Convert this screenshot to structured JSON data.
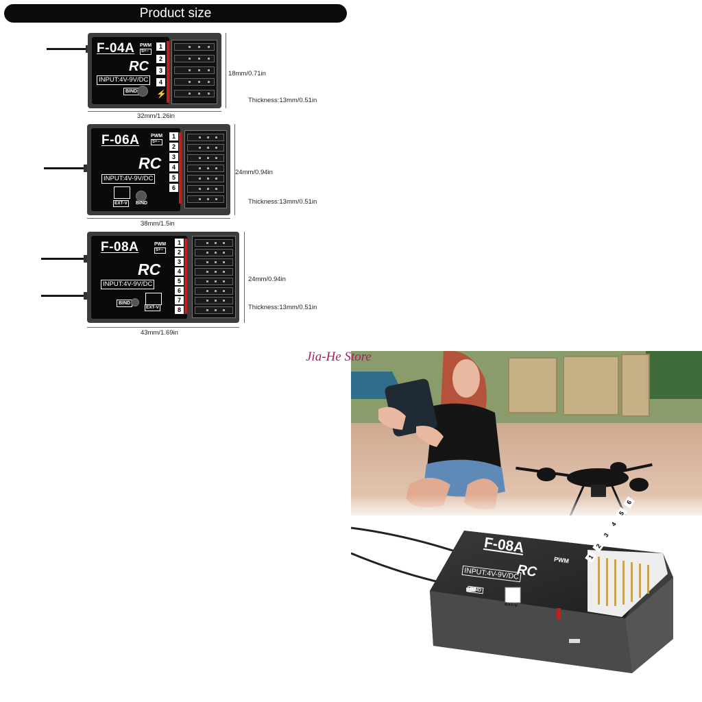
{
  "banner": {
    "title": "Product size"
  },
  "watermark": "Jia-He Store",
  "receivers": [
    {
      "model": "F-04A",
      "pwm": "PWM",
      "pwm_sub": "S+−",
      "rc": "RC",
      "input": "INPUT:4V-9V/DC",
      "bind": "BIND",
      "channels": [
        "1",
        "2",
        "3",
        "4"
      ],
      "height_label": "18mm/0.71in",
      "width_label": "32mm/1.26in",
      "thickness_label": "Thickness:13mm/0.51in"
    },
    {
      "model": "F-06A",
      "pwm": "PWM",
      "pwm_sub": "S+−",
      "rc": "RC",
      "input": "INPUT:4V-9V/DC",
      "bind": "BIND",
      "ext": "EXT-V",
      "channels": [
        "1",
        "2",
        "3",
        "4",
        "5",
        "6"
      ],
      "height_label": "24mm/0.94in",
      "width_label": "38mm/1.5in",
      "thickness_label": "Thickness:13mm/0.51in"
    },
    {
      "model": "F-08A",
      "pwm": "PWM",
      "pwm_sub": "S+−",
      "rc": "RC",
      "input": "INPUT:4V-9V/DC",
      "bind": "BIND",
      "ext": "EXT-V",
      "channels": [
        "1",
        "2",
        "3",
        "4",
        "5",
        "6",
        "7",
        "8"
      ],
      "height_label": "24mm/0.94in",
      "width_label": "43mm/1.69in",
      "thickness_label": "Thickness:13mm/0.51in"
    }
  ],
  "photo_receiver": {
    "model": "F-08A",
    "pwm": "PWM",
    "rc": "RC",
    "input": "INPUT:4V-9V/DC",
    "bind": "BIND",
    "ext": "EXT-V",
    "channels": [
      "1",
      "2",
      "3",
      "4",
      "5",
      "6"
    ]
  },
  "colors": {
    "banner_bg": "#0b0b0b",
    "receiver_body": "#0a0a0a",
    "channel_accent": "#c0211f",
    "watermark": "#b3166a"
  }
}
